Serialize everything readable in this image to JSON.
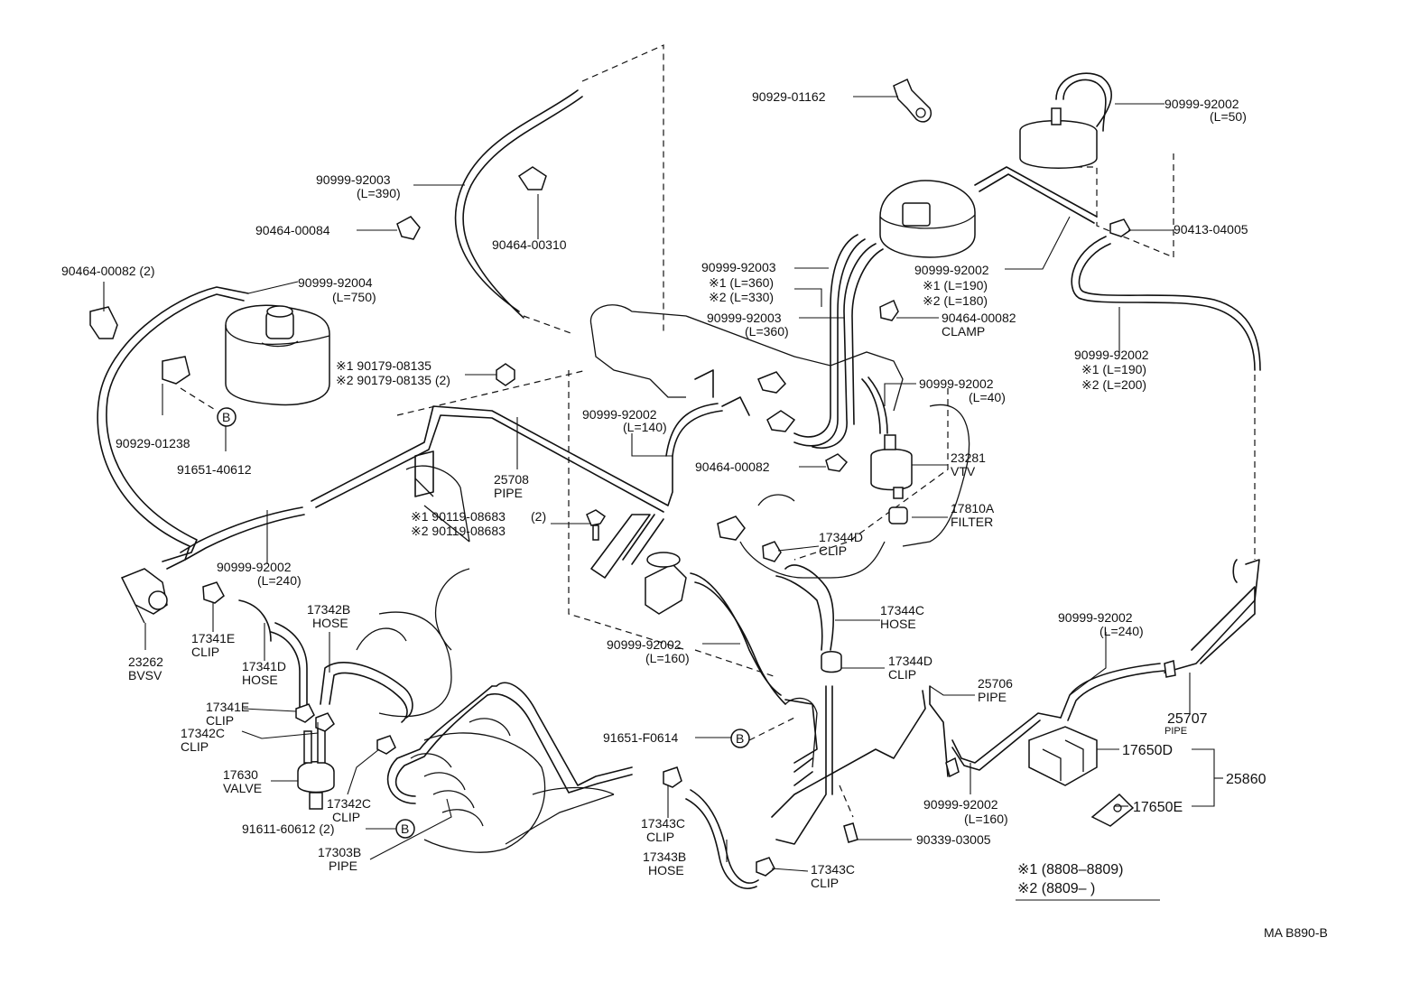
{
  "labels": {
    "p90999_92003_top": "90999-92003",
    "p90999_92003_top_len": "(L=390)",
    "p90464_00084": "90464-00084",
    "p90464_00310": "90464-00310",
    "p90929_01162": "90929-01162",
    "p90999_92002_top": "90999-92002",
    "p90999_92002_top_len": "(L=50)",
    "p90413_04005": "90413-04005",
    "p90464_00082_left": "90464-00082 (2)",
    "p90999_92004": "90999-92004",
    "p90999_92004_len": "(L=750)",
    "m1_90179": "※1 90179-08135",
    "m2_90179": "※2 90179-08135 (2)",
    "p90929_01238": "90929-01238",
    "p91651_40612": "91651-40612",
    "p90999_92003_mid": "90999-92003",
    "m1_l360": "※1 (L=360)",
    "m2_l330": "※2 (L=330)",
    "p90999_92003_mid2": "90999-92003",
    "p90999_92003_mid2_len": "(L=360)",
    "p90999_92002_r1": "90999-92002",
    "m1_l190": "※1 (L=190)",
    "m2_l180": "※2 (L=180)",
    "p90464_00082_clamp": "90464-00082",
    "clamp": "CLAMP",
    "p90999_92002_r2": "90999-92002",
    "m1_l190b": "※1 (L=190)",
    "m2_l200": "※2 (L=200)",
    "p90999_92002_l40": "90999-92002",
    "l40": "(L=40)",
    "p90999_92002_l140": "90999-92002",
    "l140": "(L=140)",
    "p25708": "25708",
    "pipe_25708": "PIPE",
    "p90464_00082_vtv": "90464-00082",
    "p23281": "23281",
    "vtv": "VTV",
    "m1_90119": "※1 90119-08683",
    "m1_90119_qty": "(2)",
    "m2_90119": "※2 90119-08683",
    "p17810a": "17810A",
    "filter": "FILTER",
    "p17344d_a": "17344D",
    "clip_17344d_a": "CLIP",
    "p90999_92002_l240": "90999-92002",
    "l240": "(L=240)",
    "p17342b": "17342B",
    "hose_17342b": "HOSE",
    "p17344c": "17344C",
    "hose_17344c": "HOSE",
    "p23262": "23262",
    "bvsv": "BVSV",
    "p17341e_a": "17341E",
    "clip_17341e_a": "CLIP",
    "p17341d": "17341D",
    "hose_17341d": "HOSE",
    "p90999_92002_l160a": "90999-92002",
    "l160a": "(L=160)",
    "p17344d_b": "17344D",
    "clip_17344d_b": "CLIP",
    "p90999_92002_l240b": "90999-92002",
    "l240b": "(L=240)",
    "p25706": "25706",
    "pipe_25706": "PIPE",
    "p25707": "25707",
    "pipe_25707": "PIPE",
    "p17341e_b": "17341E",
    "clip_17341e_b": "CLIP",
    "p17342c_a": "17342C",
    "clip_17342c_a": "CLIP",
    "p17630": "17630",
    "valve": "VALVE",
    "p17342c_b": "17342C",
    "clip_17342c_b": "CLIP",
    "p91651_f0614": "91651-F0614",
    "p17650d": "17650D",
    "p25860": "25860",
    "p17650e": "17650E",
    "p91611_60612": "91611-60612 (2)",
    "p17303b": "17303B",
    "pipe_17303b": "PIPE",
    "p17343c_a": "17343C",
    "clip_17343c_a": "CLIP",
    "p17343b": "17343B",
    "hose_17343b": "HOSE",
    "p17343c_b": "17343C",
    "clip_17343c_b": "CLIP",
    "p90999_92002_l160b": "90999-92002",
    "l160b": "(L=160)",
    "p90339_03005": "90339-03005",
    "b_marker": "B",
    "legend_1": "※1 (8808–8809)",
    "legend_2": "※2 (8809–        )",
    "diagram_code": "MA B890-B"
  }
}
